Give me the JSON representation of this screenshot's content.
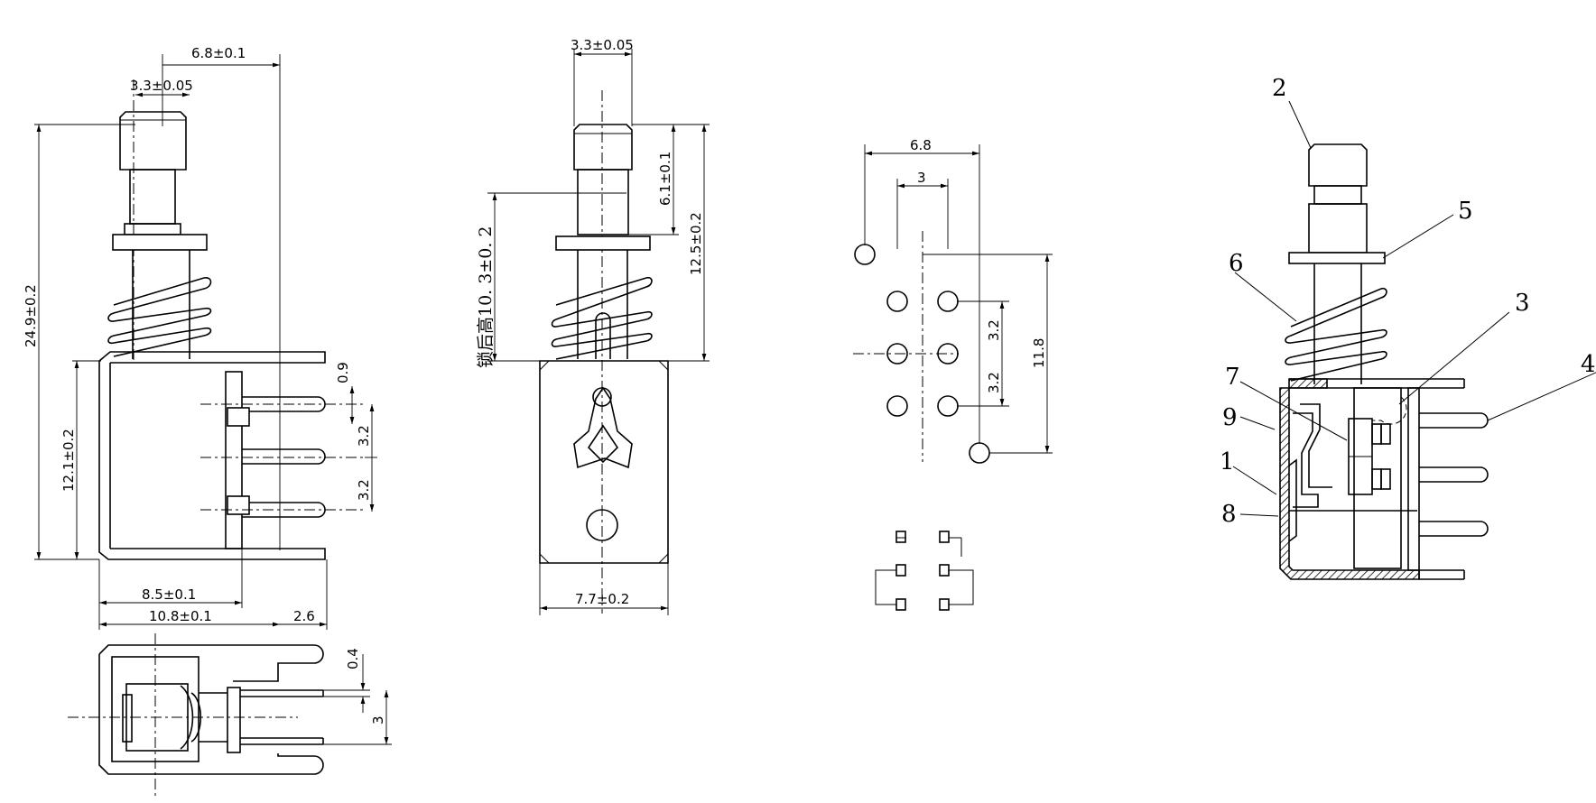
{
  "dimensions": {
    "front_width_top": "6.8±0.1",
    "front_cap_width": "3.3±0.05",
    "front_total_height": "24.9±0.2",
    "front_body_height": "12.1±0.2",
    "front_pin_pitch_a": "3.2",
    "front_pin_pitch_b": "3.2",
    "front_pin_offset": "0.9",
    "front_width_85": "8.5±0.1",
    "front_width_108": "10.8±0.1",
    "front_pin_length": "2.6",
    "bottom_pin_gap": "0.4",
    "bottom_pin_pitch": "3",
    "side_cap_width": "3.3±0.05",
    "side_stroke": "6.1±0.1",
    "side_height": "12.5±0.2",
    "side_locked_height": "锁后高10. 3±0. 2",
    "side_body_width": "7.7±0.2",
    "pcb_width": "6.8",
    "pcb_col_pitch": "3",
    "pcb_row_pitch_a": "3.2",
    "pcb_row_pitch_b": "3.2",
    "pcb_height": "11.8"
  },
  "callouts": [
    "1",
    "2",
    "3",
    "4",
    "5",
    "6",
    "7",
    "8",
    "9"
  ]
}
